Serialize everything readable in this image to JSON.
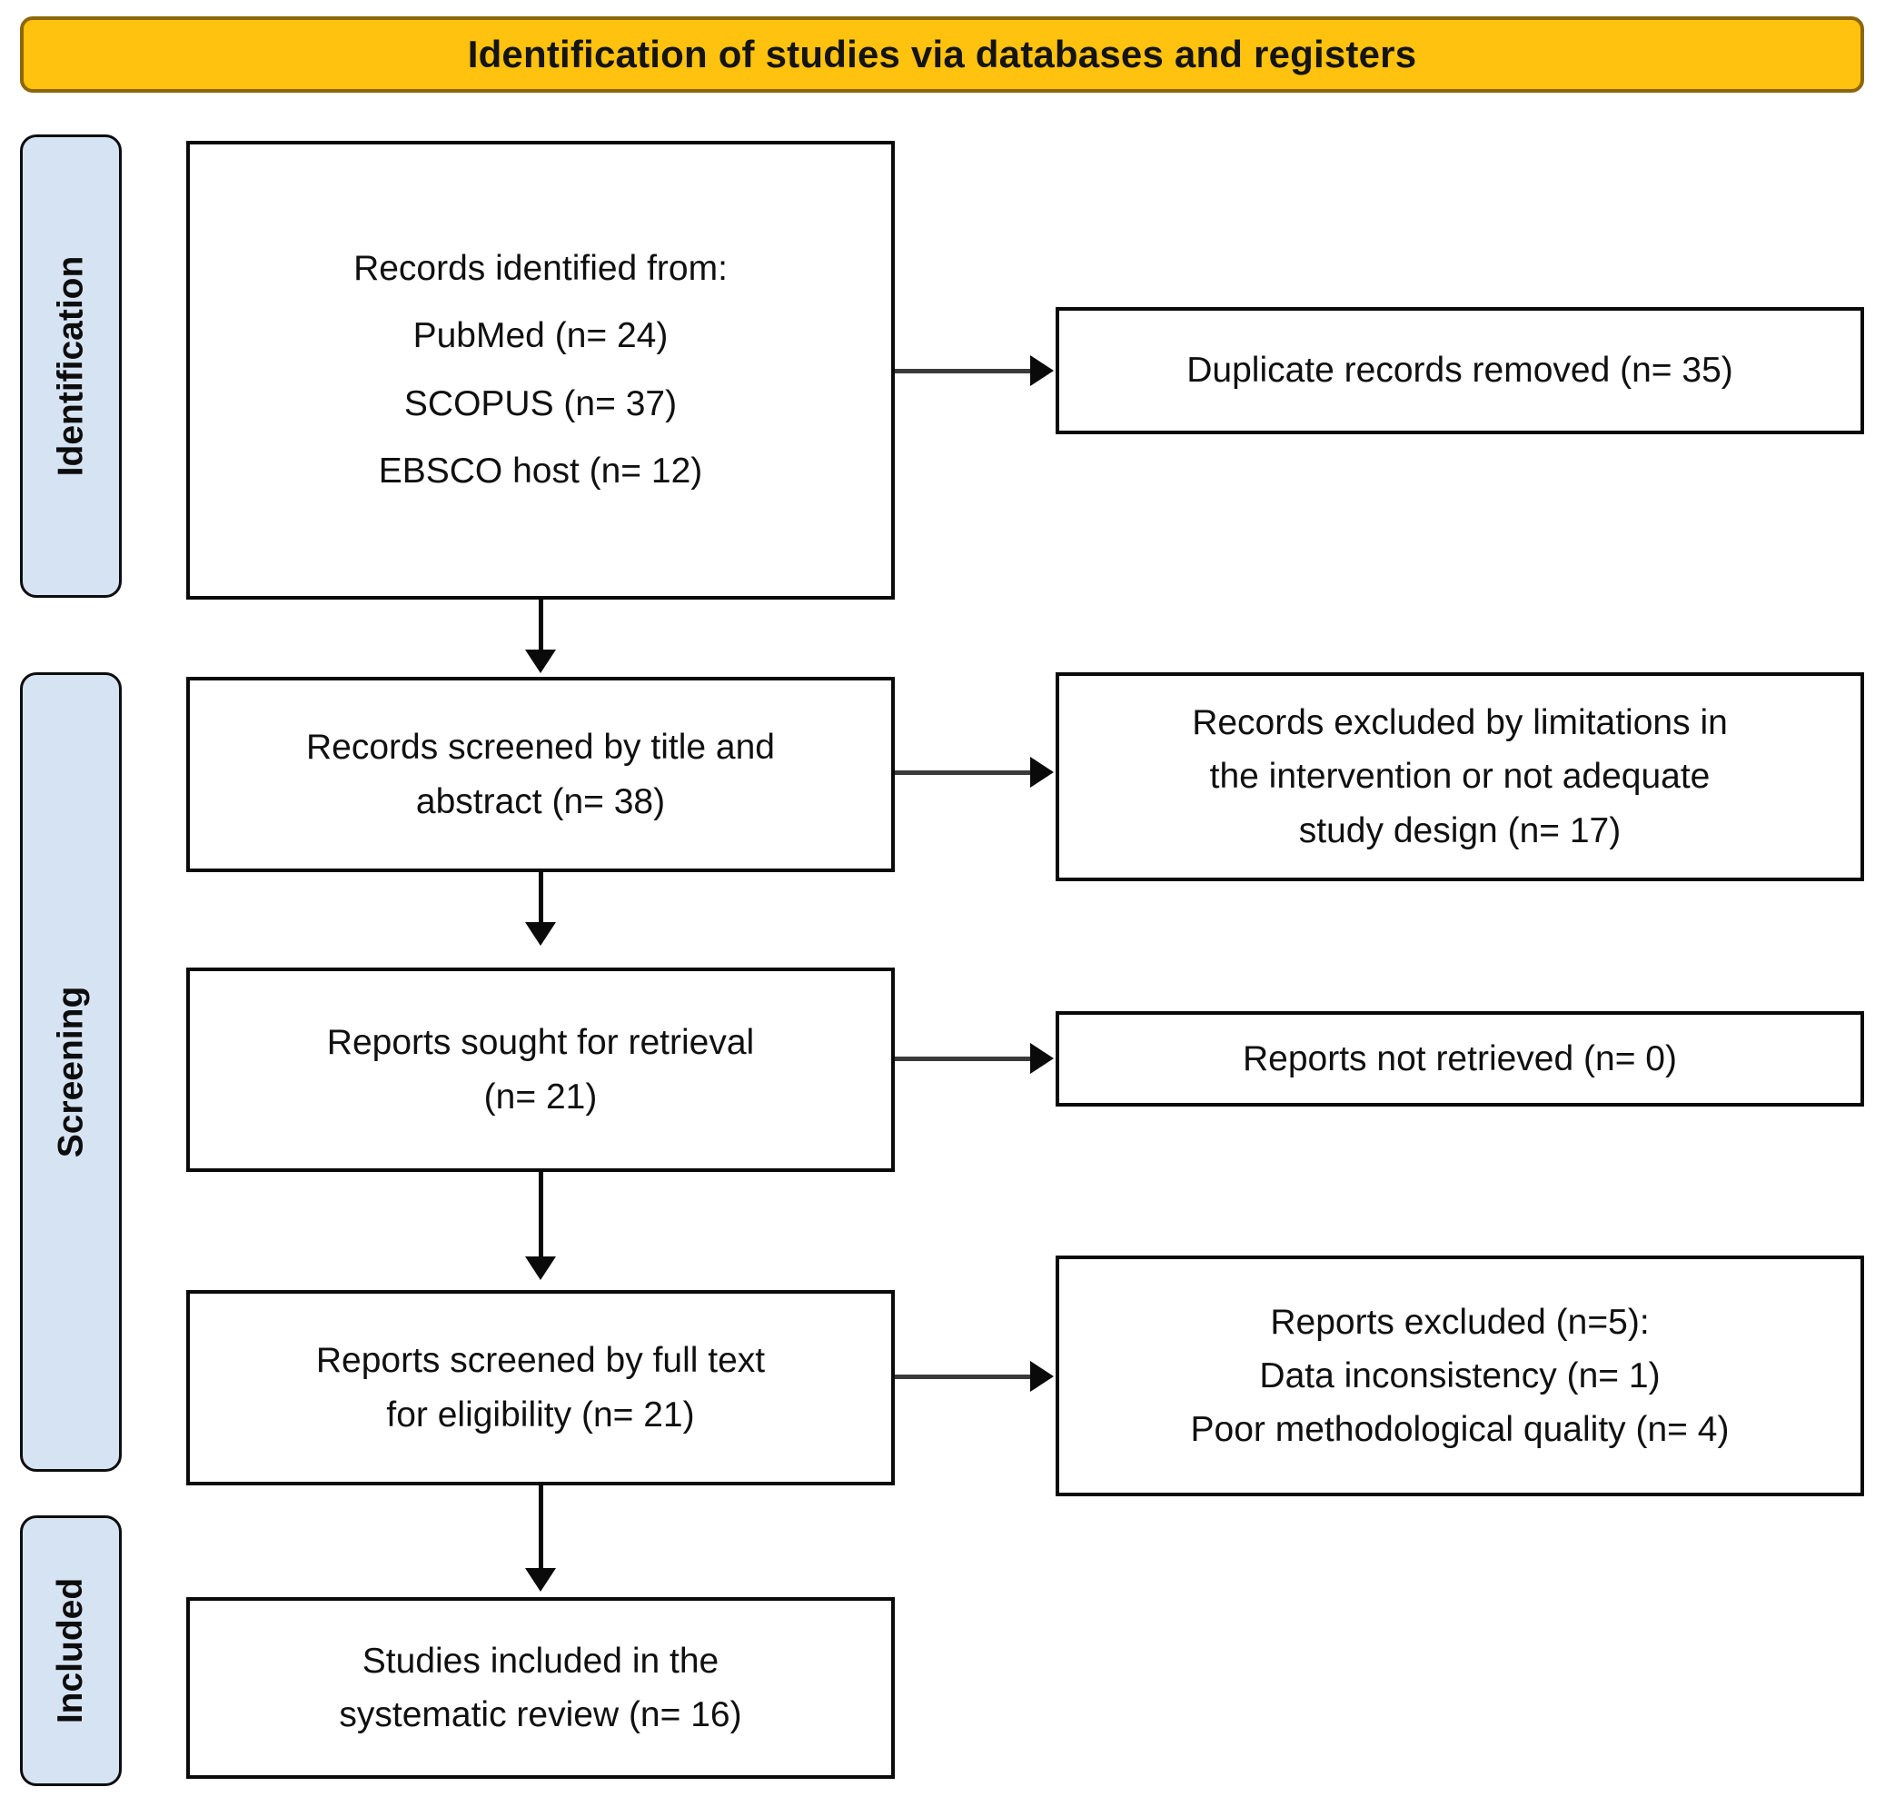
{
  "banner": {
    "title": "Identification of studies via databases and registers",
    "fill_color": "#FFC20E",
    "border_color": "#8C6608"
  },
  "rails": [
    {
      "id": "identification",
      "label": "Identification"
    },
    {
      "id": "screening",
      "label": "Screening"
    },
    {
      "id": "included",
      "label": "Included"
    }
  ],
  "rail_style": {
    "fill_color": "#D6E3F3",
    "border_color": "#0D0D0D"
  },
  "boxes": {
    "records_identified": {
      "lines": [
        "Records identified from:",
        "PubMed (n= 24)",
        "SCOPUS (n= 37)",
        "EBSCO host (n= 12)"
      ]
    },
    "duplicates_removed": {
      "lines": [
        "Duplicate records removed  (n= 35)"
      ]
    },
    "records_screened": {
      "lines": [
        "Records screened by title and",
        "abstract (n= 38)"
      ]
    },
    "records_excluded": {
      "lines": [
        "Records excluded by limitations in",
        "the intervention  or not adequate",
        "study design (n= 17)"
      ]
    },
    "reports_sought": {
      "lines": [
        "Reports sought for  retrieval",
        "(n= 21)"
      ]
    },
    "reports_not_retrieved": {
      "lines": [
        "Reports not retrieved  (n= 0)"
      ]
    },
    "reports_full_text": {
      "lines": [
        "Reports screened by full text",
        "for eligibility (n= 21)"
      ]
    },
    "reports_excluded": {
      "lines": [
        "Reports excluded (n=5):",
        "Data inconsistency (n= 1)",
        "Poor  methodological  quality (n= 4)"
      ]
    },
    "studies_included": {
      "lines": [
        "Studies included in the",
        "systematic review  (n= 16)"
      ]
    }
  }
}
